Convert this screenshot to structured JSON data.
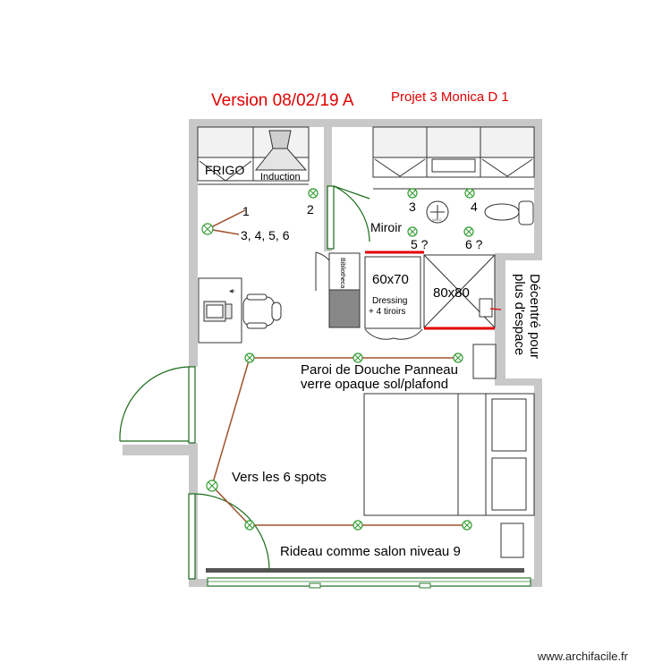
{
  "header": {
    "version": "Version 08/02/19 A",
    "project": "Projet 3 Monica D 1"
  },
  "labels": {
    "frigo": "FRIGO",
    "induction": "Induction",
    "spot_1": "1",
    "spot_2": "2",
    "spot_3": "3",
    "spot_4": "4",
    "spots_3456": "3, 4, 5, 6",
    "miroir": "Miroir",
    "spot_5": "5 ?",
    "spot_6": "6 ?",
    "bibliotheca": "Bibliotheca",
    "dressing_size": "60x70",
    "dressing_line1": "Dressing",
    "dressing_line2": "+ 4 tiroirs",
    "shower_size": "80x80",
    "decentre_line1": "Décentré pour",
    "decentre_line2": "plus d'espace",
    "paroi_line1": "Paroi de Douche Panneau",
    "paroi_line2": "verre opaque sol/plafond",
    "spots_note": "Vers les 6 spots",
    "rideau": "Rideau comme salon niveau 9"
  },
  "watermark": "www.archifacile.fr",
  "colors": {
    "title": "#e00000",
    "wall": "#c8c8c8",
    "wire": "#a0522d",
    "light": "#2e9b2e",
    "door": "#1a6b1a",
    "partition": "#e00000"
  }
}
